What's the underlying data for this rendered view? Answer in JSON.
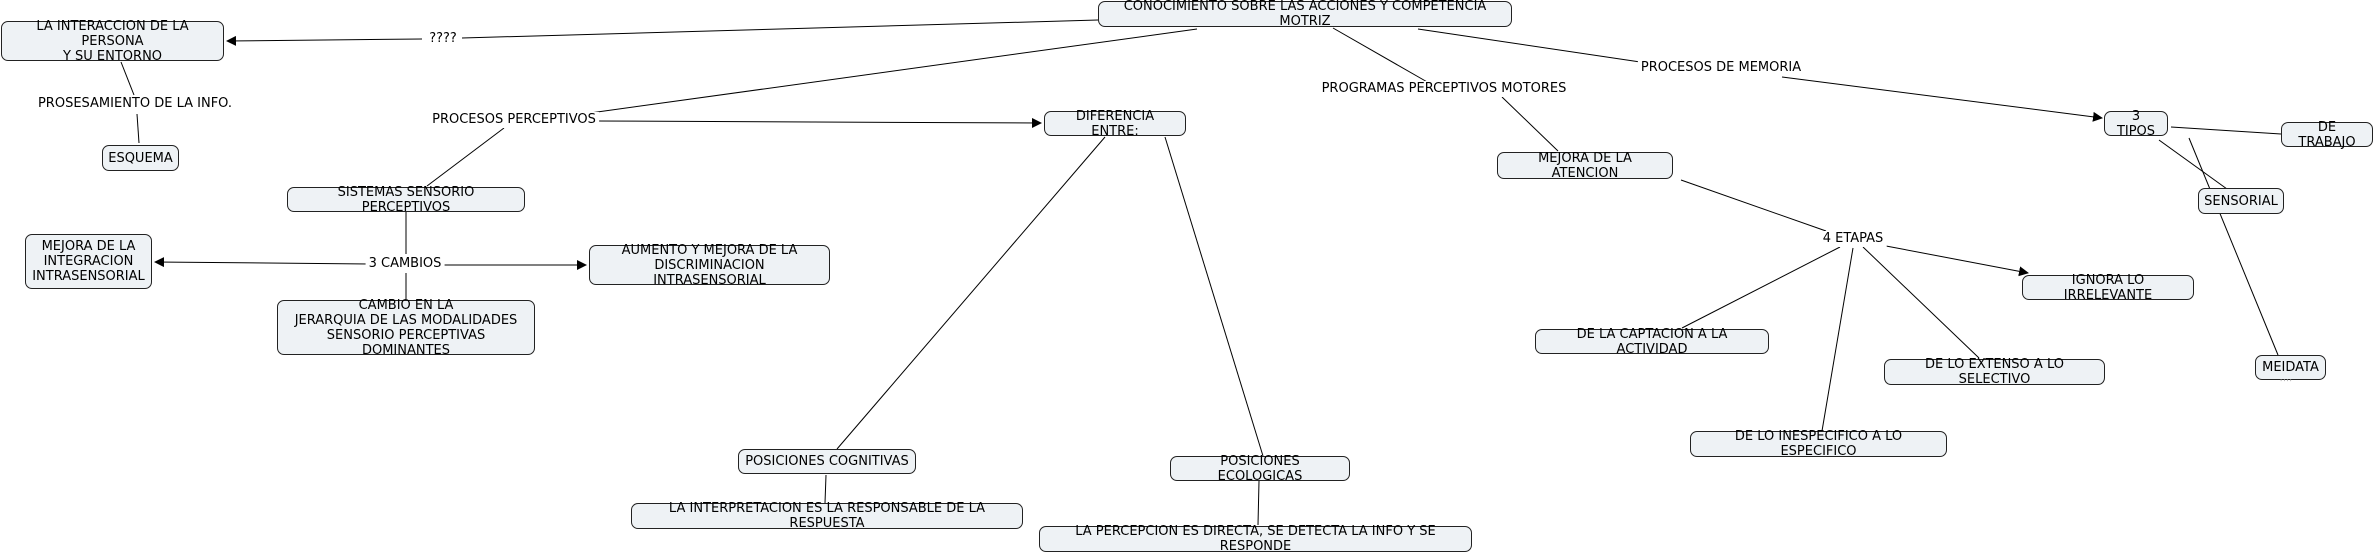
{
  "nodes": {
    "root": "CONOCIMIENTO SOBRE LAS ACCIONES Y COMPETENCIA MOTRIZ",
    "interaccion": "LA INTERACCION DE LA PERSONA\nY SU ENTORNO",
    "esquema": "ESQUEMA",
    "sistemas": "SISTEMAS SENSORIO PERCEPTIVOS",
    "integracion": "MEJORA DE LA\nINTEGRACION\nINTRASENSORIAL",
    "aumento": "AUMENTO Y MEJORA DE LA\nDISCRIMINACION INTRASENSORIAL",
    "jerarquia": "CAMBIO EN LA\nJERARQUIA DE LAS MODALIDADES\nSENSORIO PERCEPTIVAS DOMINANTES",
    "diferencia": "DIFERENCIA ENTRE:",
    "pos_cognitivas": "POSICIONES COGNITIVAS",
    "interpretacion": "LA INTERPRETACION ES LA RESPONSABLE DE LA RESPUESTA",
    "pos_ecologicas": "POSICIONES ECOLOGICAS",
    "percepcion": "LA PERCEPCION ES DIRECTA, SE DETECTA LA INFO Y SE RESPONDE",
    "atencion": "MEJORA DE LA ATENCION",
    "ignora": "IGNORA LO IRRELEVANTE",
    "captacion": "DE LA CAPTACION A LA ACTIVIDAD",
    "extenso": "DE LO EXTENSO A LO SELECTIVO",
    "inespecifico": "DE LO INESPECIFICO A LO ESPECIFICO",
    "tres_tipos": "3 TIPOS",
    "trabajo": "DE TRABAJO",
    "sensorial": "SENSORIAL",
    "meidata": "MEIDATA"
  },
  "phrases": {
    "q": "????",
    "prosesamiento": "PROSESAMIENTO DE LA INFO.",
    "procesos_perceptivos": "PROCESOS PERCEPTIVOS",
    "tres_cambios": "3 CAMBIOS",
    "programas": "PROGRAMAS PERCEPTIVOS MOTORES",
    "procesos_memoria": "PROCESOS DE MEMORIA",
    "cuatro_etapas": "4 ETAPAS"
  },
  "colors": {
    "node_fill": "#eef2f5",
    "line": "#000000"
  }
}
